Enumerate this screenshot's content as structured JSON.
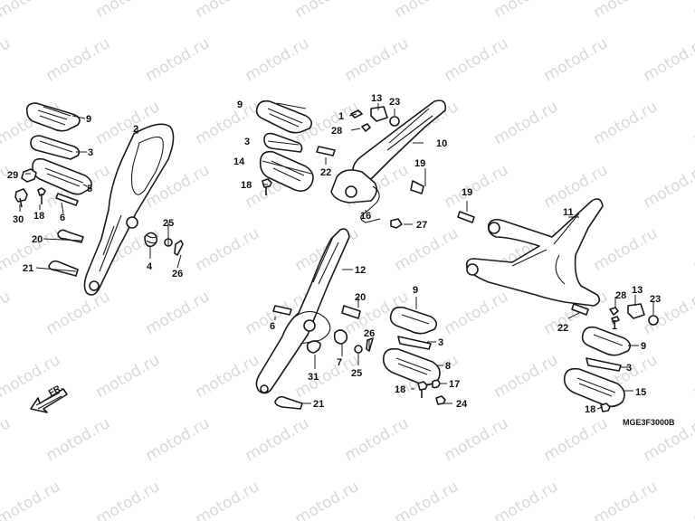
{
  "watermark": "motod.ru",
  "drawing_code": "MGE3F3000B",
  "front_label": "FR.",
  "callouts": {
    "c9a": "9",
    "c3a": "3",
    "c2": "2",
    "c29": "29",
    "c5": "5",
    "c30": "30",
    "c18a": "18",
    "c6a": "6",
    "c20a": "20",
    "c25a": "25",
    "c4": "4",
    "c26a": "26",
    "c21a": "21",
    "c9b": "9",
    "c3b": "3",
    "c14": "14",
    "c18b": "18",
    "c1a": "1",
    "c13a": "13",
    "c23a": "23",
    "c28a": "28",
    "c10": "10",
    "c22a": "22",
    "c19a": "19",
    "c16": "16",
    "c27": "27",
    "c12": "12",
    "c20b": "20",
    "c6b": "6",
    "c7": "7",
    "c26b": "26",
    "c31": "31",
    "c25b": "25",
    "c21b": "21",
    "c9c": "9",
    "c3c": "3",
    "c8": "8",
    "c18c": "18",
    "c17": "17",
    "c24": "24",
    "c19b": "19",
    "c11": "11",
    "c28b": "28",
    "c13b": "13",
    "c23b": "23",
    "c22b": "22",
    "c1b": "1",
    "c9d": "9",
    "c3d": "3",
    "c15": "15",
    "c18d": "18"
  }
}
